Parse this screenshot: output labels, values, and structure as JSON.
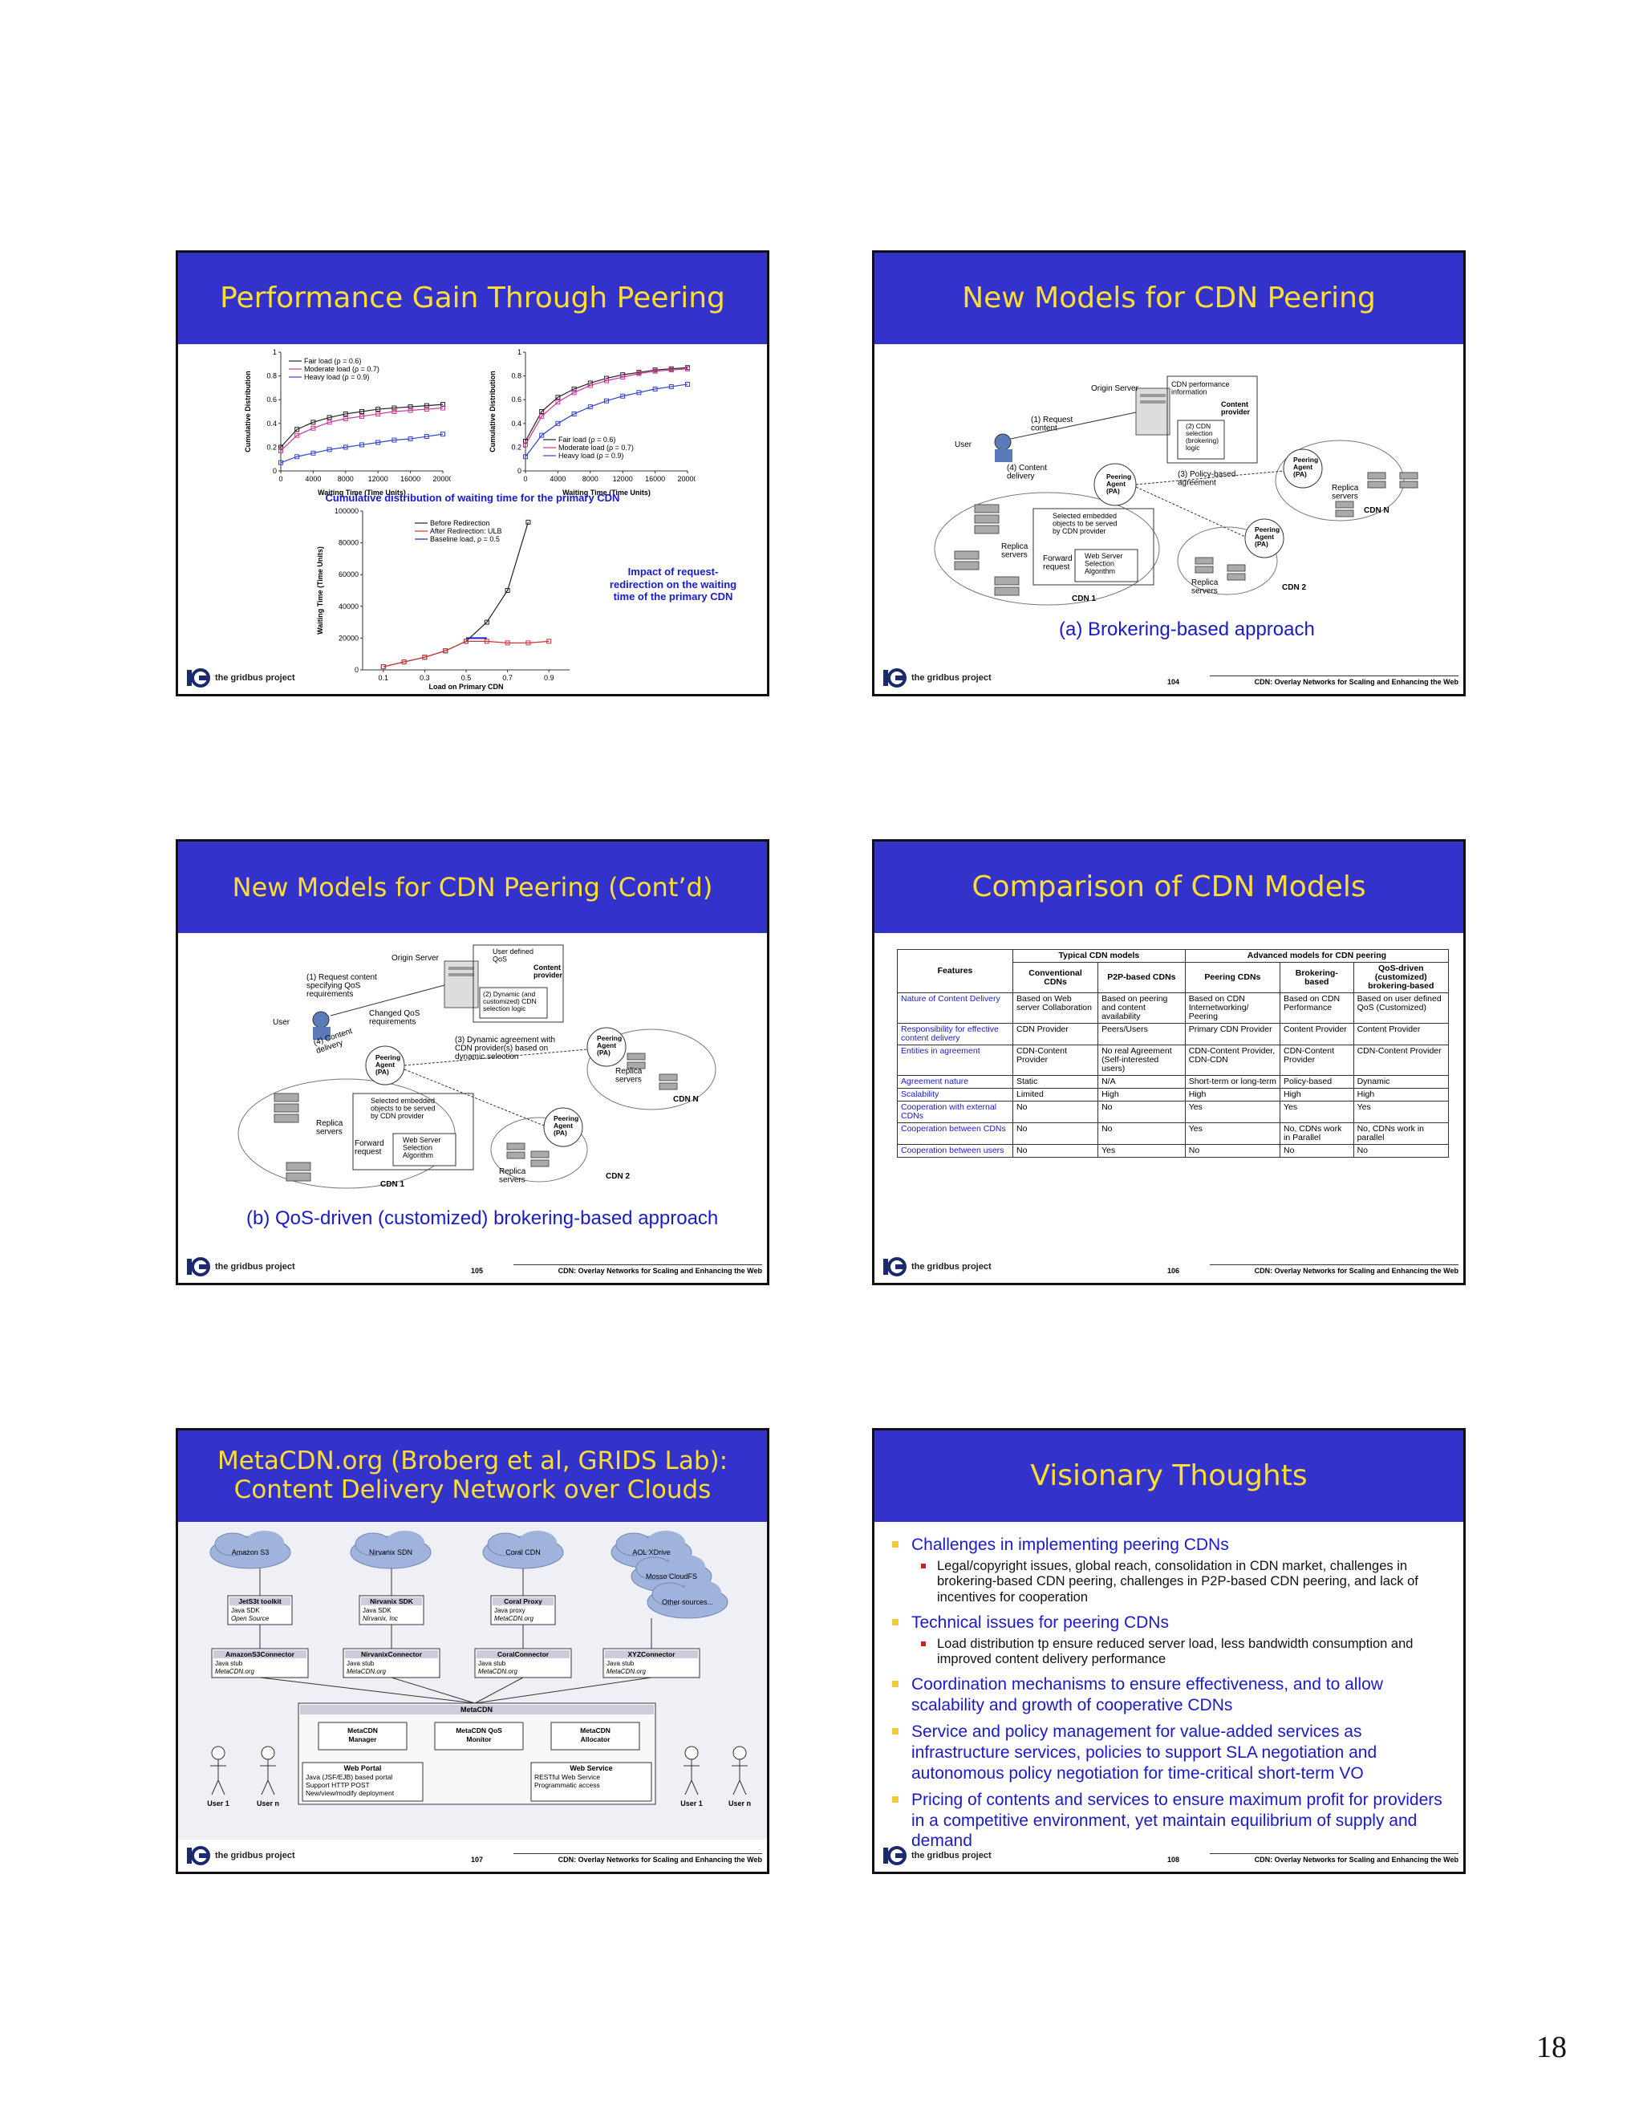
{
  "page_number": "18",
  "footer": {
    "logo_text": "the gridbus project",
    "title": "CDN: Overlay Networks for Scaling and Enhancing the Web"
  },
  "slides": [
    {
      "title": "Performance Gain Through Peering",
      "cdf_caption": "Cumulative distribution of waiting time for the primary CDN",
      "impact_note": "Impact of request-\nredirection on the waiting\ntime of the primary CDN"
    },
    {
      "title": "New Models for CDN Peering",
      "number": "104",
      "caption": "(a) Brokering-based approach"
    },
    {
      "title": "New Models for CDN Peering (Cont’d)",
      "number": "105",
      "caption": "(b) QoS-driven (customized) brokering-based approach"
    },
    {
      "title": "Comparison of CDN Models",
      "number": "106"
    },
    {
      "title": "MetaCDN.org (Broberg et al, GRIDS Lab):\nContent Delivery Network over Clouds",
      "number": "107"
    },
    {
      "title": "Visionary Thoughts",
      "number": "108"
    }
  ],
  "chart_data": [
    {
      "type": "line",
      "xlabel": "Waiting Time (Time Units)",
      "ylabel": "Cumulative Distribution",
      "x": [
        0,
        2000,
        4000,
        6000,
        8000,
        10000,
        12000,
        14000,
        16000,
        18000,
        20000
      ],
      "ylim": [
        0,
        1
      ],
      "xlim": [
        0,
        20000
      ],
      "series": [
        {
          "name": "Fair load (ρ = 0.6)",
          "color": "#222222",
          "values": [
            0.2,
            0.35,
            0.41,
            0.45,
            0.48,
            0.5,
            0.52,
            0.53,
            0.54,
            0.55,
            0.56
          ]
        },
        {
          "name": "Moderate load (ρ = 0.7)",
          "color": "#cc3399",
          "values": [
            0.17,
            0.3,
            0.36,
            0.41,
            0.44,
            0.46,
            0.48,
            0.5,
            0.51,
            0.52,
            0.53
          ]
        },
        {
          "name": "Heavy load (ρ = 0.9)",
          "color": "#3344cc",
          "values": [
            0.07,
            0.12,
            0.15,
            0.18,
            0.2,
            0.22,
            0.24,
            0.26,
            0.27,
            0.29,
            0.31
          ]
        }
      ]
    },
    {
      "type": "line",
      "xlabel": "Waiting Time (Time Units)",
      "ylabel": "Cumulative Distribution",
      "x": [
        0,
        2000,
        4000,
        6000,
        8000,
        10000,
        12000,
        14000,
        16000,
        18000,
        20000
      ],
      "ylim": [
        0,
        1
      ],
      "xlim": [
        0,
        20000
      ],
      "series": [
        {
          "name": "Fair load (ρ = 0.6)",
          "color": "#222222",
          "values": [
            0.25,
            0.5,
            0.62,
            0.69,
            0.74,
            0.78,
            0.81,
            0.83,
            0.85,
            0.86,
            0.87
          ]
        },
        {
          "name": "Moderate load (ρ = 0.7)",
          "color": "#cc3399",
          "values": [
            0.22,
            0.46,
            0.58,
            0.66,
            0.72,
            0.76,
            0.79,
            0.82,
            0.84,
            0.85,
            0.86
          ]
        },
        {
          "name": "Heavy load (ρ = 0.9)",
          "color": "#3344cc",
          "values": [
            0.12,
            0.3,
            0.4,
            0.48,
            0.54,
            0.59,
            0.63,
            0.66,
            0.69,
            0.71,
            0.73
          ]
        }
      ]
    },
    {
      "type": "line",
      "xlabel": "Load on Primary CDN",
      "ylabel": "Waiting Time (Time Units)",
      "x": [
        0.1,
        0.2,
        0.3,
        0.4,
        0.5,
        0.6,
        0.7,
        0.8,
        0.9
      ],
      "xlim": [
        0,
        1
      ],
      "ylim": [
        0,
        100000
      ],
      "series": [
        {
          "name": "Before Redirection",
          "color": "#222222",
          "values": [
            2000,
            5000,
            8000,
            12000,
            18000,
            30000,
            50000,
            93000,
            null
          ]
        },
        {
          "name": "After Redirection: ULB",
          "color": "#cc3333",
          "values": [
            2000,
            5000,
            8000,
            12000,
            18000,
            18000,
            17000,
            17000,
            18000
          ]
        },
        {
          "name": "Baseline load, ρ = 0.5",
          "color": "#1a1acc",
          "values": [
            null,
            null,
            null,
            null,
            20000,
            20000,
            null,
            null,
            null
          ]
        }
      ]
    }
  ],
  "diagram_a": {
    "origin_server": "Origin Server",
    "perf_info": "CDN performance\ninformation",
    "content_provider": "Content\nprovider",
    "cdn_selection": "(2) CDN\nselection\n(brokering)\nlogic",
    "request_content": "(1) Request\ncontent",
    "policy_agreement": "(3) Policy-based\nagreement",
    "user": "User",
    "content_delivery": "(4) Content\ndelivery",
    "peering_agent": "Peering\nAgent\n(PA)",
    "replica_servers": "Replica\nservers",
    "selected_objects": "Selected embedded\nobjects to be served\nby CDN provider",
    "forward_request": "Forward\nrequest",
    "web_selection": "Web Server\nSelection\nAlgorithm",
    "cdn1": "CDN 1",
    "cdn2": "CDN 2",
    "cdnN": "CDN N"
  },
  "diagram_b": {
    "origin_server": "Origin Server",
    "user_qos": "User defined\nQoS",
    "content_provider": "Content\nprovider",
    "request_qos": "(1) Request content\nspecifying QoS\nrequirements",
    "dynamic_selection": "(2) Dynamic (and\ncustomized) CDN\nselection logic",
    "changed_qos": "Changed QoS\nrequirements",
    "dynamic_agreement": "(3) Dynamic agreement with\nCDN provider(s) based on\ndynamic selection",
    "user": "User",
    "content_delivery": "(4) Content\ndelivery",
    "peering_agent": "Peering\nAgent\n(PA)",
    "replica_servers": "Replica\nservers",
    "selected_objects": "Selected embedded\nobjects to be served\nby CDN provider",
    "forward_request": "Forward\nrequest",
    "web_selection": "Web Server\nSelection\nAlgorithm",
    "cdn1": "CDN 1",
    "cdn2": "CDN 2",
    "cdnN": "CDN N"
  },
  "comparison_table": {
    "group_typical": "Typical CDN models",
    "group_advanced": "Advanced models for CDN peering",
    "headers": [
      "Features",
      "Conventional CDNs",
      "P2P-based CDNs",
      "Peering CDNs",
      "Brokering-based",
      "QoS-driven (customized) brokering-based"
    ],
    "rows": [
      [
        "Nature of Content Delivery",
        "Based on Web server Collaboration",
        "Based on peering and content availability",
        "Based on CDN Internetworking/ Peering",
        "Based on CDN Performance",
        "Based on user defined QoS (Customized)"
      ],
      [
        "Responsibility for effective content delivery",
        "CDN Provider",
        "Peers/Users",
        "Primary CDN Provider",
        "Content Provider",
        "Content Provider"
      ],
      [
        "Entities in agreement",
        "CDN-Content Provider",
        "No real Agreement (Self-interested users)",
        "CDN-Content Provider, CDN-CDN",
        "CDN-Content Provider",
        "CDN-Content Provider"
      ],
      [
        "Agreement nature",
        "Static",
        "N/A",
        "Short-term or long-term",
        "Policy-based",
        "Dynamic"
      ],
      [
        "Scalability",
        "Limited",
        "High",
        "High",
        "High",
        "High"
      ],
      [
        "Cooperation with external CDNs",
        "No",
        "No",
        "Yes",
        "Yes",
        "Yes"
      ],
      [
        "Cooperation between CDNs",
        "No",
        "No",
        "Yes",
        "No, CDNs work in Parallel",
        "No, CDNs work in parallel"
      ],
      [
        "Cooperation between users",
        "No",
        "Yes",
        "No",
        "No",
        "No"
      ]
    ]
  },
  "metacdn": {
    "clouds": [
      "Amazon S3",
      "Nirvanix SDN",
      "Coral CDN",
      "AOL XDrive",
      "Mosso CloudFS",
      "Other sources..."
    ],
    "sdks": [
      {
        "name": "JetS3t toolkit",
        "l1": "Java SDK",
        "l2": "Open Source"
      },
      {
        "name": "Nirvanix SDK",
        "l1": "Java SDK",
        "l2": "Nirvanix, Inc"
      },
      {
        "name": "Coral Proxy",
        "l1": "Java proxy",
        "l2": "MetaCDN.org"
      }
    ],
    "connectors": [
      {
        "name": "AmazonS3Connector",
        "l1": "Java stub",
        "l2": "MetaCDN.org"
      },
      {
        "name": "NirvanixConnector",
        "l1": "Java stub",
        "l2": "MetaCDN.org"
      },
      {
        "name": "CoralConnector",
        "l1": "Java stub",
        "l2": "MetaCDN.org"
      },
      {
        "name": "XYZConnector",
        "l1": "Java stub",
        "l2": "MetaCDN.org"
      }
    ],
    "core": "MetaCDN",
    "modules": [
      "MetaCDN\nManager",
      "MetaCDN QoS\nMonitor",
      "MetaCDN\nAllocator"
    ],
    "web_portal": "Web Portal",
    "portal_lines": [
      "Java (JSF/EJB) based portal",
      "Support HTTP POST",
      "New/view/modify deployment"
    ],
    "web_service": "Web Service",
    "service_lines": [
      "RESTful Web Service",
      "Programmatic access"
    ],
    "users": [
      "User 1",
      "User n",
      "User 1",
      "User n"
    ]
  },
  "visionary": [
    {
      "text": "Challenges in implementing peering CDNs",
      "sub": [
        "Legal/copyright issues, global reach, consolidation in CDN market, challenges in brokering-based CDN peering, challenges in P2P-based CDN peering, and lack of incentives for cooperation"
      ]
    },
    {
      "text": "Technical issues for peering CDNs",
      "sub": [
        "Load distribution tp ensure reduced server load, less bandwidth consumption and improved content delivery performance"
      ]
    },
    {
      "text": "Coordination mechanisms to ensure effectiveness, and to allow scalability and growth of cooperative CDNs",
      "sub": []
    },
    {
      "text": "Service and policy management for value-added services as infrastructure services, policies to support SLA negotiation and autonomous policy negotiation for time-critical short-term VO",
      "sub": []
    },
    {
      "text": "Pricing of contents and services to ensure maximum profit for providers in a competitive environment, yet maintain equilibrium of supply and demand",
      "sub": []
    }
  ]
}
